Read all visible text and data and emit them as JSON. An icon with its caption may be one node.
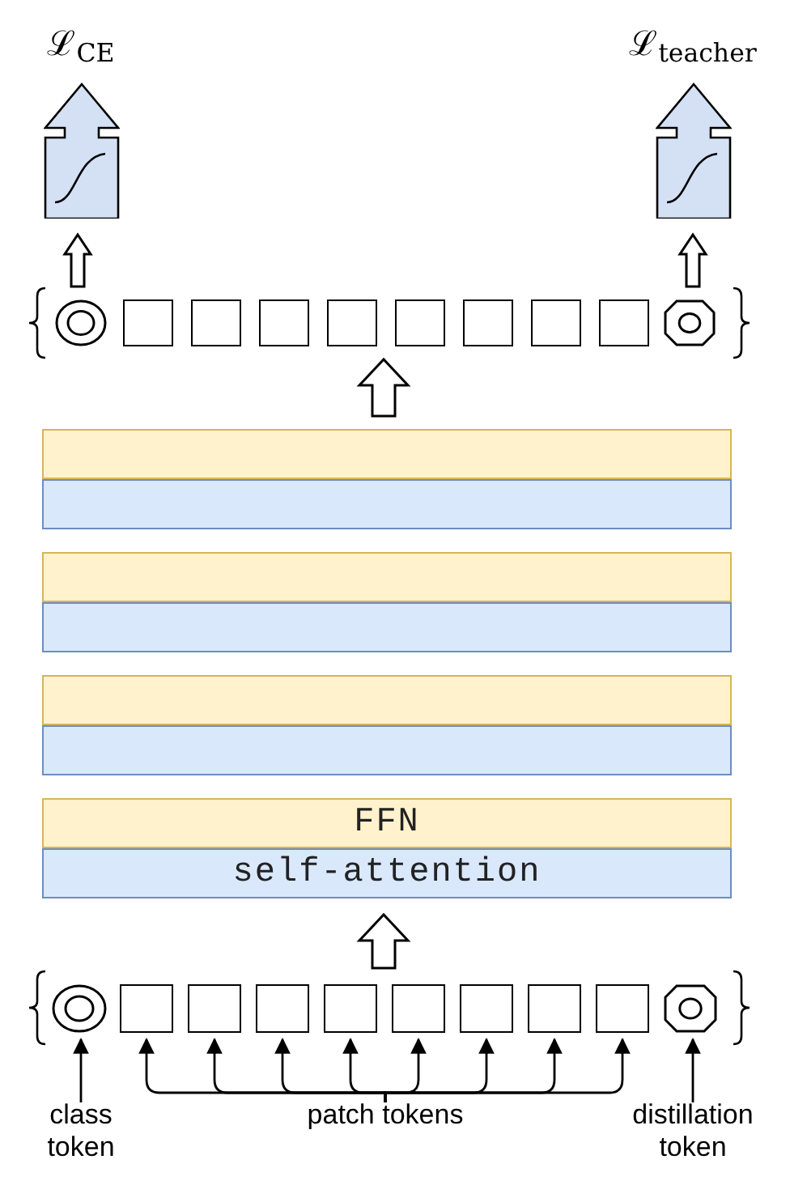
{
  "diagram": {
    "nodes": [
      {
        "text": [
          "ℒ$_{CE}$"
        ]
      },
      {
        "text": [
          "ℒ$_{teacher}$"
        ]
      },
      {
        "text": [],
        "shape": "circle"
      },
      {
        "text": [],
        "shape": "box"
      },
      {
        "text": [],
        "shape": "box"
      },
      {
        "text": [],
        "shape": "box"
      },
      {
        "text": [],
        "shape": "box"
      },
      {
        "text": [],
        "shape": "box"
      },
      {
        "text": [],
        "shape": "box"
      },
      {
        "text": [],
        "shape": "box"
      },
      {
        "text": [],
        "shape": "box"
      },
      {
        "text": [],
        "shape": "octagon"
      },
      {
        "text": [],
        "shape": "box"
      },
      {
        "text": [],
        "shape": "box"
      },
      {
        "text": [],
        "shape": "box"
      },
      {
        "text": [],
        "shape": "box"
      },
      {
        "text": [],
        "shape": "box"
      },
      {
        "text": [],
        "shape": "box"
      },
      {
        "text": [
          "FFN"
        ]
      },
      {
        "text": [
          "self-attention"
        ]
      },
      {
        "text": [],
        "shape": "circle"
      },
      {
        "text": [],
        "shape": "box"
      },
      {
        "text": [],
        "shape": "box"
      },
      {
        "text": [],
        "shape": "box"
      },
      {
        "text": [],
        "shape": "box"
      },
      {
        "text": [],
        "shape": "box"
      },
      {
        "text": [],
        "shape": "box"
      },
      {
        "text": [],
        "shape": "box"
      },
      {
        "text": [],
        "shape": "box"
      },
      {
        "text": [],
        "shape": "octagon"
      },
      {
        "text": [
          "class token"
        ]
      },
      {
        "text": [
          "patch tokens"
        ]
      },
      {
        "text": [
          "distillation token"
        ]
      }
    ],
    "edges": [
      {
        "from": 2,
        "to": 0,
        "arrow": "to",
        "style": "thick"
      },
      {
        "from": 11,
        "to": 1,
        "arrow": "to",
        "style": "thick"
      },
      {
        "from": 12,
        "to": null,
        "arrow": "to",
        "style": "thick"
      },
      {
        "from": null,
        "to": 19,
        "arrow": "to",
        "style": "thick"
      },
      {
        "from": 30,
        "to": 20,
        "arrow": "to"
      },
      {
        "from": 32,
        "to": 29,
        "arrow": "to"
      },
      {
        "from": 31,
        "to": 21,
        "arrow": "to"
      },
      {
        "from": 31,
        "to": 22,
        "arrow": "to"
      },
      {
        "from": 31,
        "to": 23,
        "arrow": "to"
      },
      {
        "from": 31,
        "to": 24,
        "arrow": "to"
      },
      {
        "from": 31,
        "to": 25,
        "arrow": "to"
      },
      {
        "from": 31,
        "to": 26,
        "arrow": "to"
      },
      {
        "from": 31,
        "to": 27,
        "arrow": "to"
      },
      {
        "from": 31,
        "to": 28,
        "arrow": "to"
      }
    ]
  }
}
